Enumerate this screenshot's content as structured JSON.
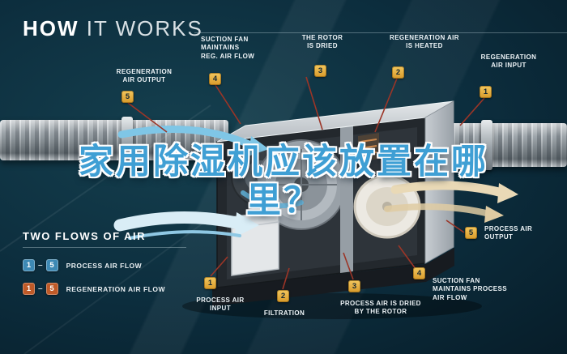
{
  "header": {
    "title_bold": "HOW",
    "title_light": "IT WORKS"
  },
  "overlay_text": {
    "line1": "家用除湿机应该放置在哪",
    "line2": "里？"
  },
  "callouts": {
    "regen_output": {
      "num": "5",
      "lines": [
        "REGENERATION",
        "AIR OUTPUT"
      ]
    },
    "suction_regen": {
      "num": "4",
      "lines": [
        "SUCTION FAN",
        "MAINTAINS",
        "REG. AIR FLOW"
      ]
    },
    "rotor_dried": {
      "num": "3",
      "lines": [
        "THE ROTOR",
        "IS DRIED"
      ]
    },
    "regen_heated": {
      "num": "2",
      "lines": [
        "REGENERATION AIR",
        "IS HEATED"
      ]
    },
    "regen_input": {
      "num": "1",
      "lines": [
        "REGENERATION",
        "AIR INPUT"
      ]
    },
    "process_output": {
      "num": "5",
      "lines": [
        "PROCESS AIR",
        "OUTPUT"
      ]
    },
    "suction_process": {
      "num": "4",
      "lines": [
        "SUCTION FAN",
        "MAINTAINS PROCESS",
        "AIR FLOW"
      ]
    },
    "process_dried": {
      "num": "3",
      "lines": [
        "PROCESS AIR IS DRIED",
        "BY THE ROTOR"
      ]
    },
    "filtration": {
      "num": "2",
      "lines": [
        "FILTRATION"
      ]
    },
    "process_input": {
      "num": "1",
      "lines": [
        "PROCESS AIR",
        "INPUT"
      ]
    }
  },
  "legend": {
    "title": "TWO FLOWS OF AIR",
    "dash": "–",
    "rows": [
      {
        "from": "1",
        "to": "5",
        "label": "PROCESS AIR FLOW"
      },
      {
        "from": "1",
        "to": "5",
        "label": "REGENERATION AIR FLOW"
      }
    ]
  },
  "colors": {
    "background": "#0c2d3d",
    "badge_gold": "#e2aa3f",
    "leader_line": "#9c3527",
    "process_blue": "#3d89b4",
    "regen_orange": "#bf5a28",
    "overlay_blue": "#3f9fd4",
    "airflow_blue": "#7fc6e6",
    "airflow_cream": "#e9d9b6"
  }
}
